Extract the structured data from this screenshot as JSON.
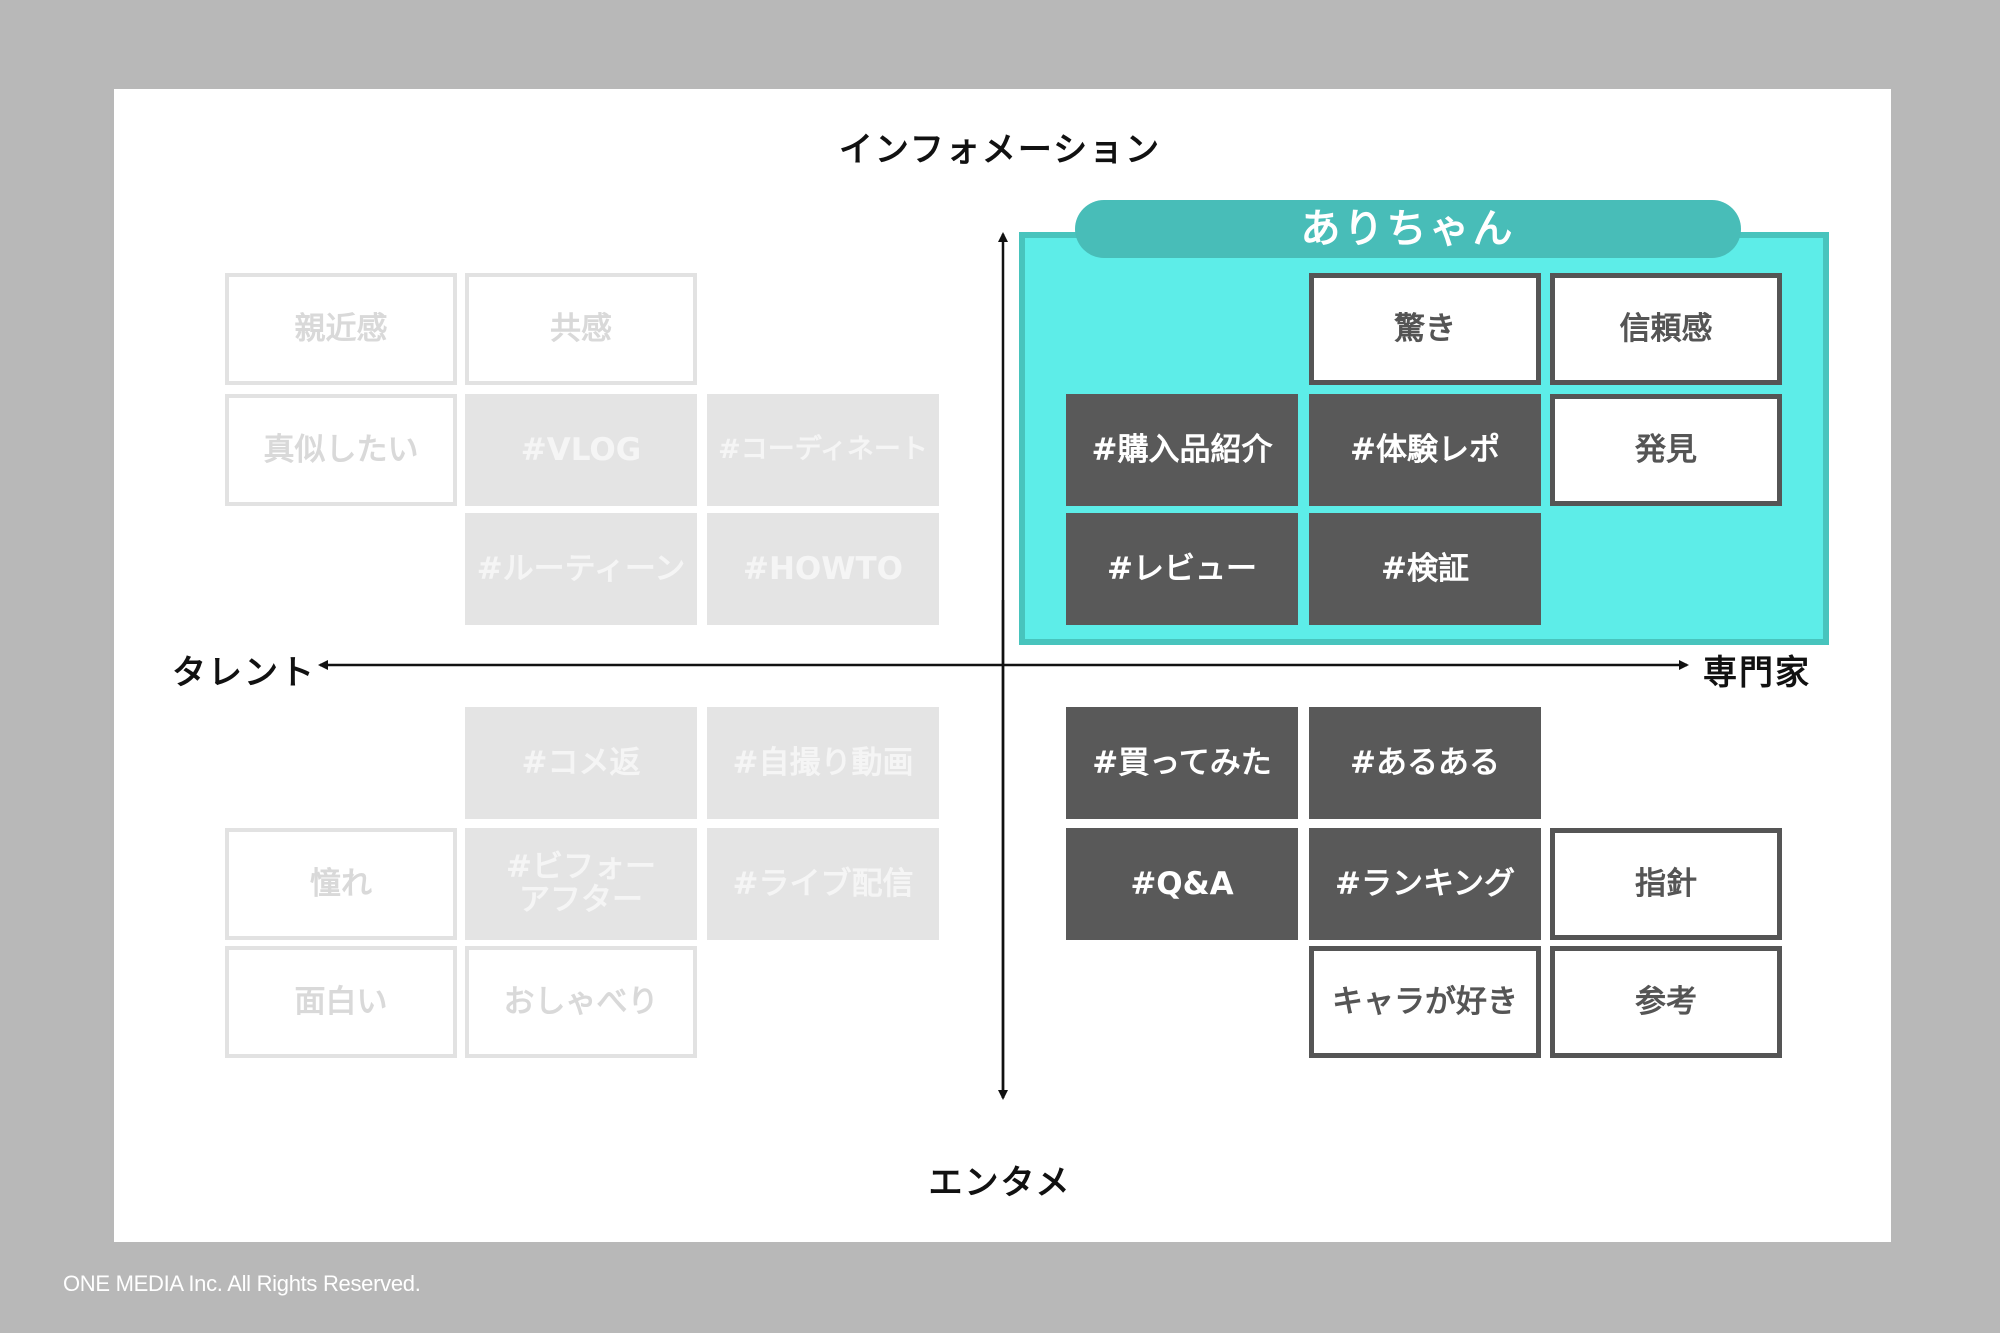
{
  "axes": {
    "top": "インフォメーション",
    "bottom": "エンタメ",
    "left": "タレント",
    "right": "専門家"
  },
  "highlight": {
    "title": "ありちゃん"
  },
  "tags": {
    "shinkinkan": "親近感",
    "kyokan": "共感",
    "manetai": "真似したい",
    "vlog": "#VLOG",
    "coordinate": "#コーディネート",
    "routine": "#ルーティーン",
    "howto": "#HOWTO",
    "odoroki": "驚き",
    "shinraikan": "信頼感",
    "konyuhin": "#購入品紹介",
    "taiken": "#体験レポ",
    "hakken": "発見",
    "review": "#レビュー",
    "kensho": "#検証",
    "comegaeshi": "#コメ返",
    "jidori": "#自撮り動画",
    "akogare": "憧れ",
    "before_after": "#ビフォー\nアフター",
    "live": "#ライブ配信",
    "omoshiroi": "面白い",
    "oshaberi": "おしゃべり",
    "kattemita": "#買ってみた",
    "aruaru": "#あるある",
    "qa": "#Q&A",
    "ranking": "#ランキング",
    "shishin": "指針",
    "chara": "キャラが好き",
    "sanko": "参考"
  },
  "footer": {
    "copyright": "ONE MEDIA Inc. All Rights Reserved."
  }
}
